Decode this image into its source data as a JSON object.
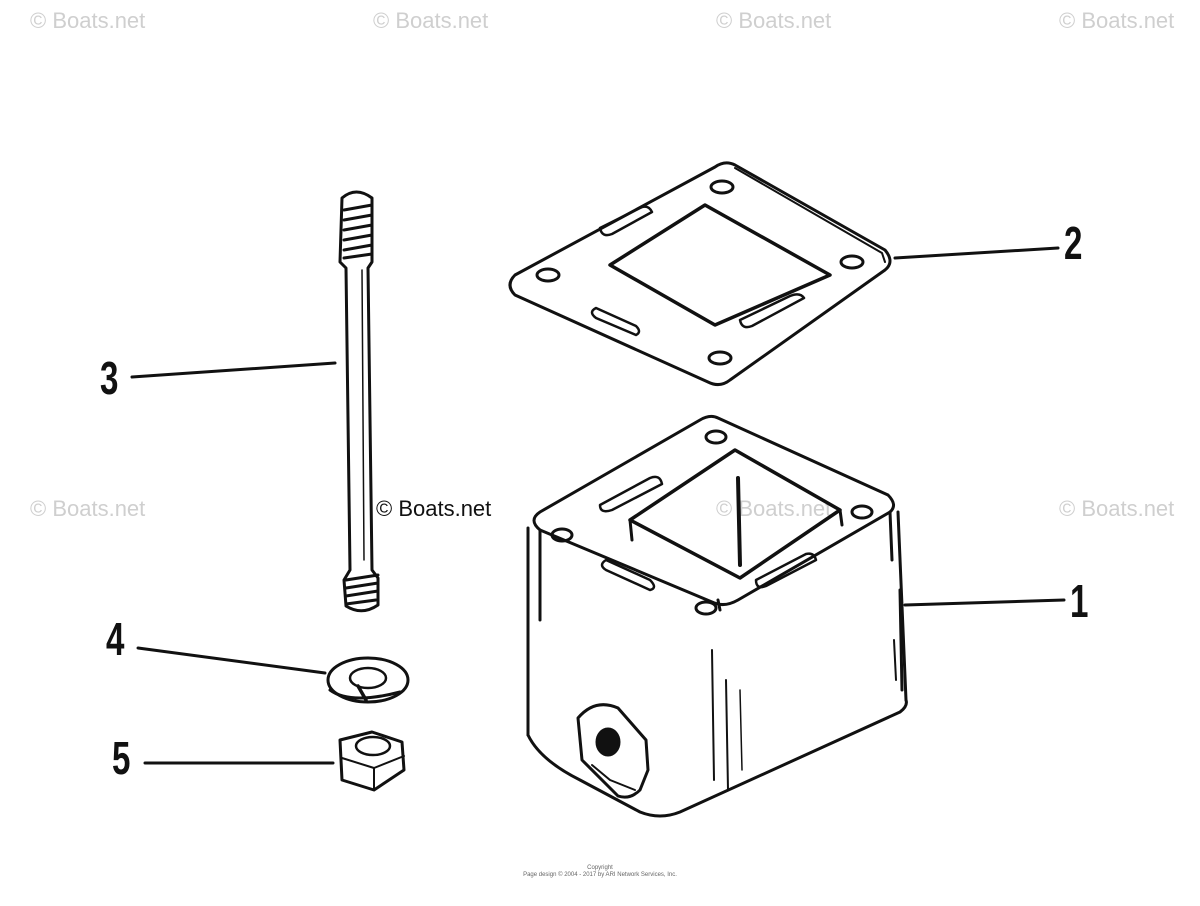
{
  "watermark": {
    "text": "© Boats.net",
    "overlay_text": "© Boats.net"
  },
  "callouts": [
    "1",
    "2",
    "3",
    "4",
    "5"
  ],
  "parts": [
    "exhaust-elbow-block",
    "gasket",
    "stud",
    "lock-washer",
    "hex-nut"
  ],
  "copyright": {
    "line1": "Copyright",
    "line2": "Page design © 2004 - 2017 by ARI Network Services, Inc."
  },
  "colors": {
    "ink": "#111111",
    "watermark": "#cfcfcf",
    "background": "#ffffff"
  }
}
